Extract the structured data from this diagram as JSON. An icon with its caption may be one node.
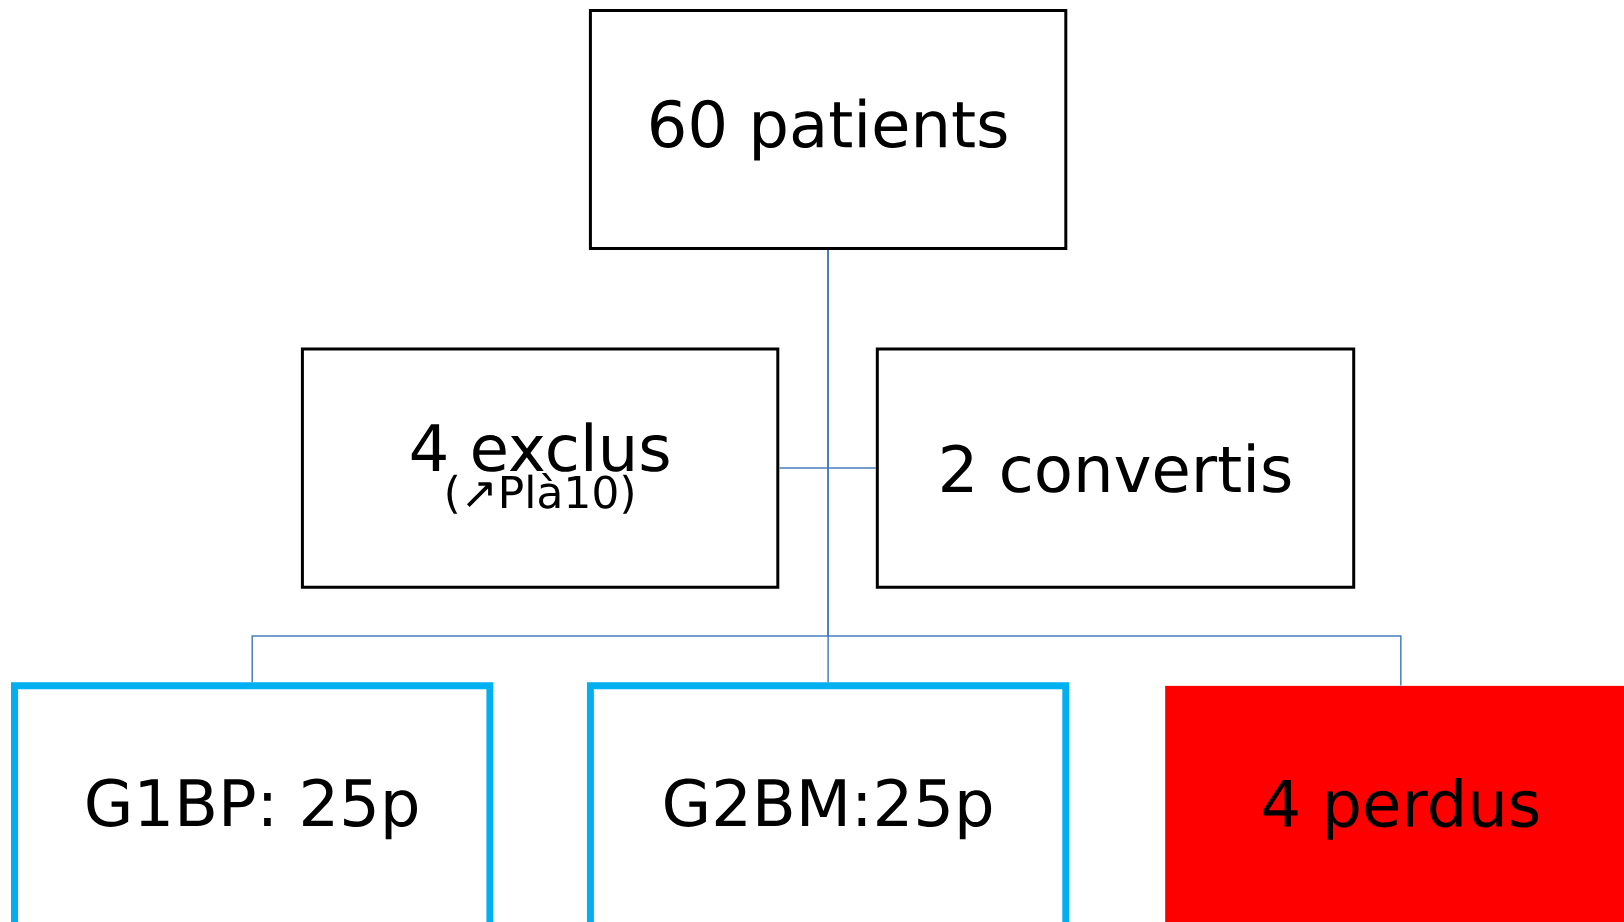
{
  "diagram": {
    "nodes": [
      {
        "text": [
          "60 patients"
        ]
      },
      {
        "text": [
          "4 exclus",
          "(↗Plà10)"
        ]
      },
      {
        "text": [
          "2 convertis"
        ]
      },
      {
        "text": [
          "G1BP: 25p"
        ]
      },
      {
        "text": [
          "G2BM:25p"
        ]
      },
      {
        "text": [
          "4 perdus"
        ]
      }
    ],
    "edges": [
      {
        "from": 0,
        "to": 1,
        "arrow": "none"
      },
      {
        "from": 0,
        "to": 2,
        "arrow": "none"
      },
      {
        "from": 0,
        "to": 3,
        "arrow": "none"
      },
      {
        "from": 0,
        "to": 4,
        "arrow": "none"
      },
      {
        "from": 0,
        "to": 5,
        "arrow": "none"
      }
    ]
  }
}
